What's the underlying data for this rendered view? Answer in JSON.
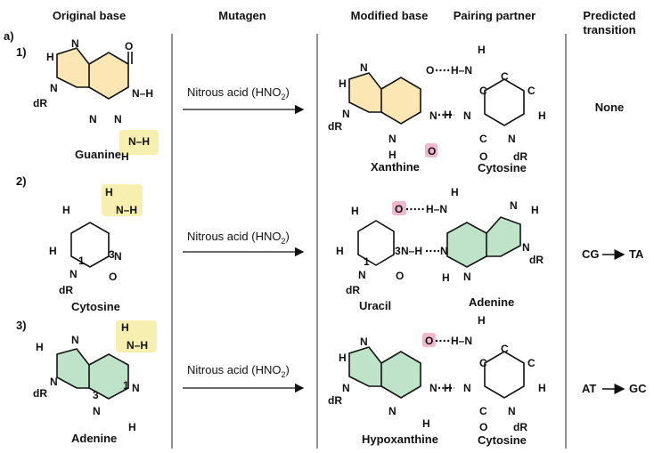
{
  "headers": {
    "original_base": "Original base",
    "mutagen": "Mutagen",
    "modified_base": "Modified base",
    "pairing_partner": "Pairing partner",
    "predicted_line1": "Predicted",
    "predicted_line2": "transition"
  },
  "panel_label": "a)",
  "atoms": {
    "N": "N",
    "O": "O",
    "H": "H",
    "C": "C",
    "dR": "dR",
    "NH": "N–H",
    "HN": "H–N",
    "n1": "1",
    "n3": "3"
  },
  "colors": {
    "purine_yellow": "#fbe6b4",
    "pyrimidine_purple": "#c9c4e6",
    "green": "#bfe3c8",
    "uracil_pink": "#f1c8d8",
    "highlight_yellow": "#f7efb0",
    "highlight_pink": "#f0b8cc"
  },
  "rows": [
    {
      "index": "1)",
      "original_name": "Guanine",
      "mutagen": "Nitrous acid (HNO",
      "mutagen_sub": "2",
      "mutagen_end": ")",
      "modified_name": "Xanthine",
      "partner_name": "Cytosine",
      "transition": "None"
    },
    {
      "index": "2)",
      "original_name": "Cytosine",
      "mutagen": "Nitrous acid (HNO",
      "mutagen_sub": "2",
      "mutagen_end": ")",
      "modified_name": "Uracil",
      "partner_name": "Adenine",
      "transition_from": "CG",
      "transition_to": "TA"
    },
    {
      "index": "3)",
      "original_name": "Adenine",
      "mutagen": "Nitrous acid (HNO",
      "mutagen_sub": "2",
      "mutagen_end": ")",
      "modified_name": "Hypoxanthine",
      "partner_name": "Cytosine",
      "transition_from": "AT",
      "transition_to": "GC"
    }
  ]
}
